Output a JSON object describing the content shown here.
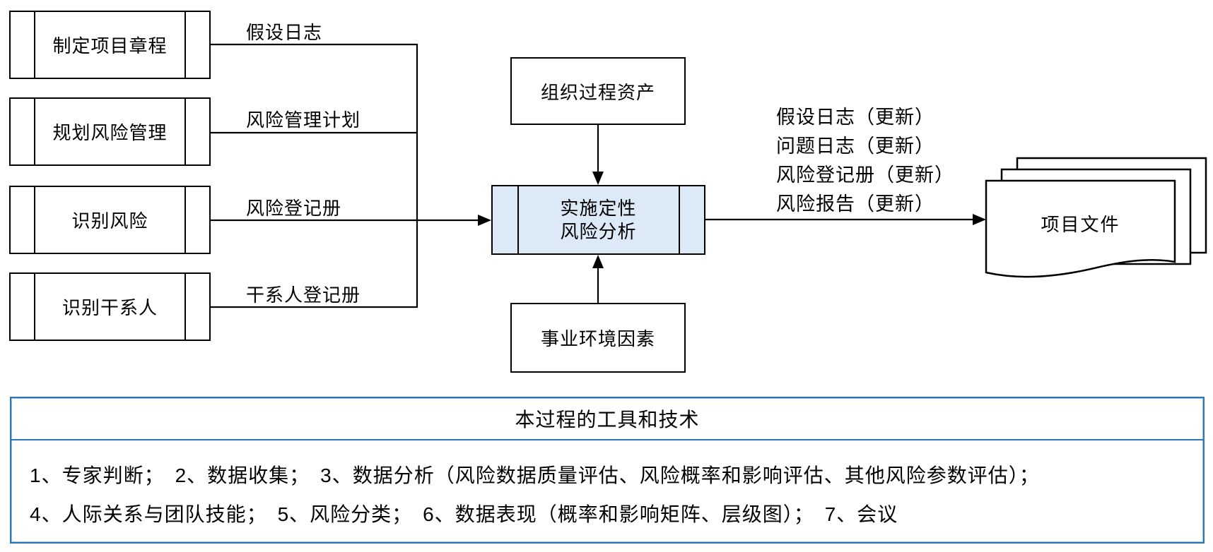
{
  "diagram": {
    "input_processes": [
      {
        "name": "制定项目章程",
        "artifact": "假设日志"
      },
      {
        "name": "规划风险管理",
        "artifact": "风险管理计划"
      },
      {
        "name": "识别风险",
        "artifact": "风险登记册"
      },
      {
        "name": "识别干系人",
        "artifact": "干系人登记册"
      }
    ],
    "process": {
      "line1": "实施定性",
      "line2": "风险分析"
    },
    "top_input": "组织过程资产",
    "bottom_input": "事业环境因素",
    "outputs": [
      "假设日志（更新）",
      "问题日志（更新）",
      "风险登记册（更新）",
      "风险报告（更新）"
    ],
    "output_target": "项目文件",
    "colors": {
      "process_fill": "#DCE9F6",
      "table_border": "#2E75B6",
      "line_color": "#000000"
    }
  },
  "table": {
    "header": "本过程的工具和技术",
    "rows": [
      "1、专家判断；　2、数据收集；　3、数据分析（风险数据质量评估、风险概率和影响评估、其他风险参数评估）；",
      "4、人际关系与团队技能；　5、风险分类；　6、数据表现（概率和影响矩阵、层级图）；　7、会议"
    ]
  }
}
